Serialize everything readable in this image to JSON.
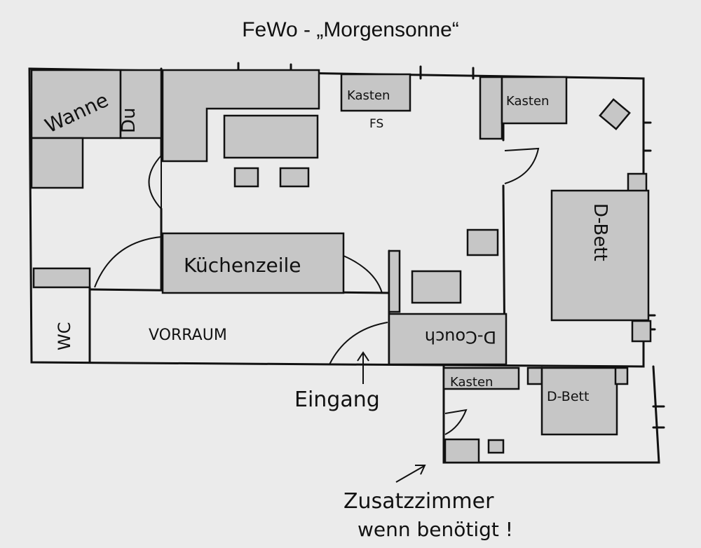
{
  "title": "FeWo - „Morgensonne“",
  "rooms": {
    "wanne": "Wanne",
    "du": "Du",
    "kasten_fs": "Kasten",
    "fs": "FS",
    "kasten_bedroom": "Kasten",
    "d_bett_main": "D-Bett",
    "kuechenzeile": "Küchenzeile",
    "wc": "WC",
    "vorraum": "VORRAUM",
    "d_couch": "D-Couch",
    "kasten_extra": "Kasten",
    "d_bett_extra": "D-Bett"
  },
  "annotations": {
    "eingang": "Eingang",
    "zusatz_line1": "Zusatzzimmer",
    "zusatz_line2": "wenn benötigt !"
  },
  "colors": {
    "background": "#ebebeb",
    "furniture": "#c6c6c6",
    "ink": "#111111"
  }
}
